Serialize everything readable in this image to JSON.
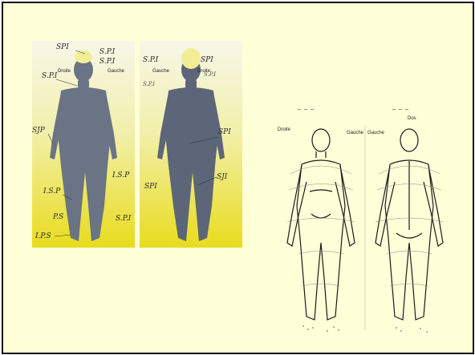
{
  "colors": {
    "slide_bg": "#ffffd8",
    "border": "#111111",
    "gradient_top": "#f7f7ea",
    "gradient_bottom": "#e8dc1e",
    "body_fill": "#6a7484",
    "hair": "#f1ee96"
  },
  "photo": {
    "front_left_label": "Droite",
    "front_right_label": "Gauche",
    "back_left_label": "Gauche",
    "back_right_label": "Droite",
    "annotations": [
      "SPI",
      "S.P.I",
      "S.P.I",
      "S.P.I",
      "SJP",
      "I.S.P",
      "I.S.P",
      "P.S",
      "I.P.S",
      "S.P.I",
      "S.P.I",
      "SPI",
      "S.P.I",
      "S.P.I",
      "SPI",
      "SJI",
      "SPI"
    ]
  },
  "sketch": {
    "front_left_label": "Droite",
    "front_right_label": "Gauche",
    "back_left_label": "Gauche",
    "back_right_label": "Dos"
  }
}
